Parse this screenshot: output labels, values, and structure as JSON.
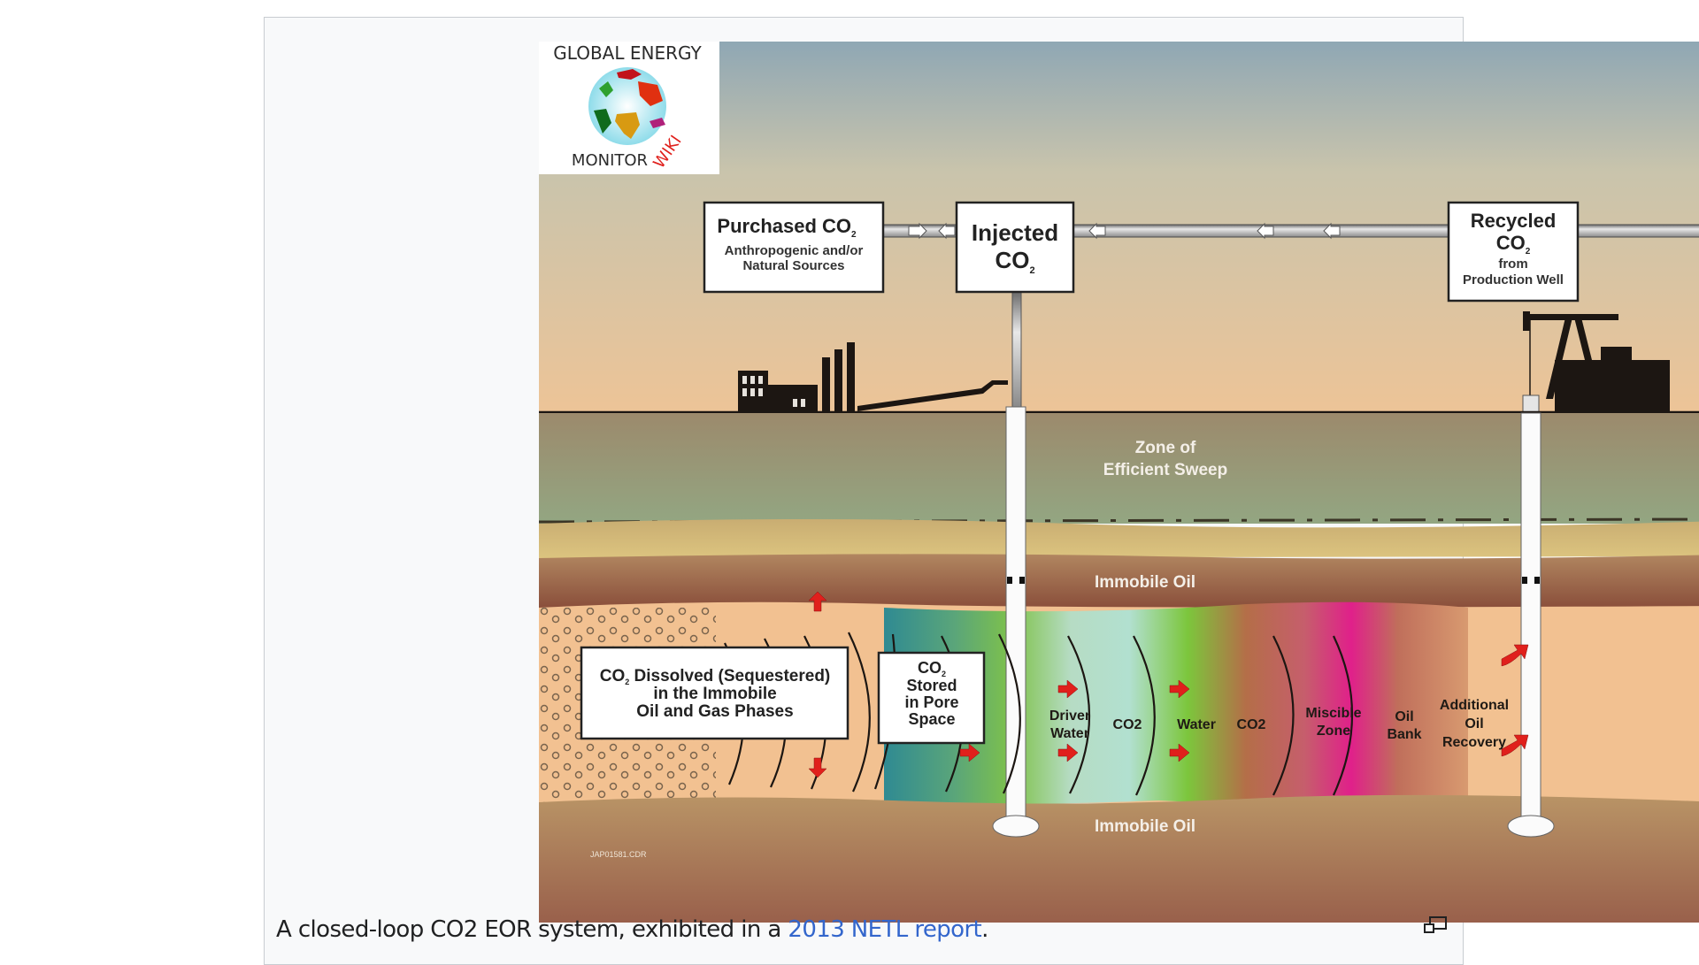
{
  "figure": {
    "logo": {
      "text_top": "GLOBAL ENERGY",
      "text_bottom": "MONITOR",
      "text_wiki": "WIKI"
    },
    "boxes": {
      "purchased": {
        "title": "Purchased CO",
        "sub": "2",
        "line1": "Anthropogenic and/or",
        "line2": "Natural Sources"
      },
      "injected": {
        "line1": "Injected",
        "line2": "CO",
        "sub": "2"
      },
      "recycled": {
        "line1": "Recycled",
        "line2": "CO",
        "sub": "2",
        "line3": "from",
        "line4": "Production Well"
      },
      "dissolved": {
        "line1a": "CO",
        "sub": "2",
        "line1b": " Dissolved (Sequestered)",
        "line2": "in the Immobile",
        "line3": "Oil and Gas Phases"
      },
      "stored": {
        "line1": "CO",
        "sub": "2",
        "line2": "Stored",
        "line3": "in Pore",
        "line4": "Space"
      }
    },
    "layers": {
      "sweep_1": "Zone of",
      "sweep_2": "Efficient Sweep",
      "immobile_top": "Immobile Oil",
      "immobile_bottom": "Immobile Oil"
    },
    "zones": [
      {
        "l1": "Driver",
        "l2": "Water"
      },
      {
        "l1": "CO2",
        "l2": ""
      },
      {
        "l1": "Water",
        "l2": ""
      },
      {
        "l1": "CO2",
        "l2": ""
      },
      {
        "l1": "Miscible",
        "l2": "Zone"
      },
      {
        "l1": "Oil",
        "l2": "Bank"
      },
      {
        "l1": "Additional",
        "l2": "Oil",
        "l3": "Recovery"
      }
    ],
    "file_id": "JAP01581.CDR"
  },
  "caption": {
    "text": "A closed-loop CO2 EOR system, exhibited in a ",
    "link": "2013 NETL report",
    "end": "."
  },
  "enlarge_icon": "enlarge-icon",
  "colors": {
    "link": "#3366cc",
    "arrow_red": "#e0201c",
    "sky_top": "#93a9b3",
    "sky_bottom": "#ecc398"
  }
}
